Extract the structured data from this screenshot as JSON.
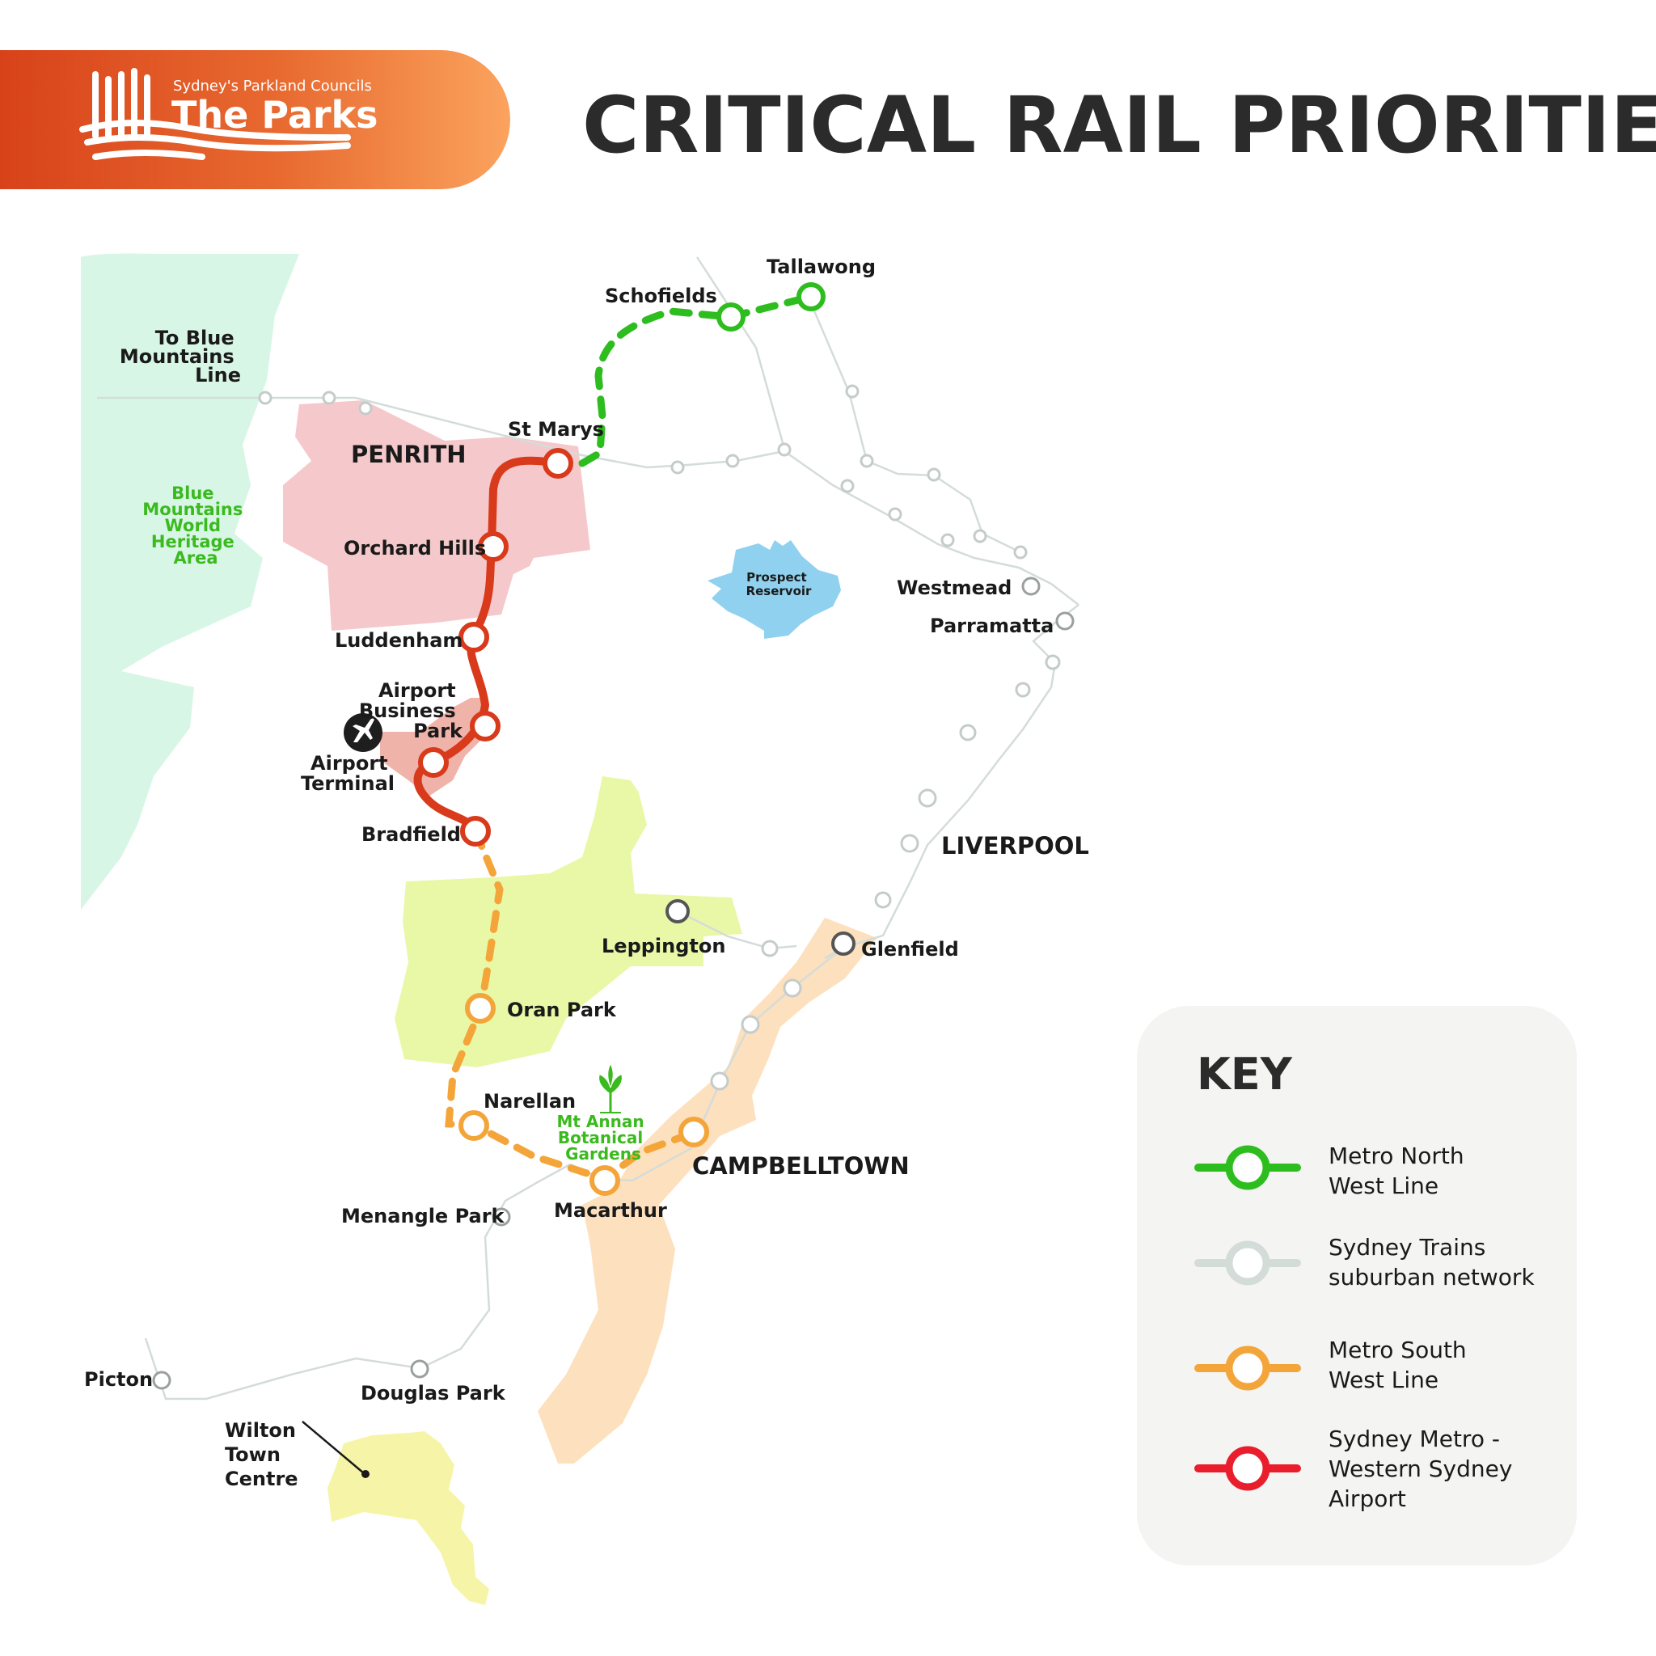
{
  "header": {
    "org_small": "Sydney's Parkland Councils",
    "org_big": "The Parks",
    "title": "CRITICAL RAIL PRIORITIES"
  },
  "colors": {
    "banner_start": "#d8421a",
    "banner_end": "#fba35e",
    "metro_north_west": "#2ebd1e",
    "suburban": "#d4dcda",
    "metro_south_west": "#f4a53a",
    "western_sydney_airport": "#ea1d2c",
    "airport_line_on_map": "#d83a1b",
    "heritage_green": "#d8f6e6",
    "penrith_pink": "#f5c9cb",
    "liverpool_yellow": "#e9f8a6",
    "campbelltown_peach": "#fde0bd",
    "wilton_yellow": "#f6f5a7",
    "reservoir_blue": "#8fd1ef",
    "green_text": "#3bba1f"
  },
  "labels": {
    "blue_mountains_line": [
      "To Blue",
      "Mountains",
      "Line"
    ],
    "heritage": [
      "Blue",
      "Mountains",
      "World",
      "Heritage",
      "Area"
    ],
    "penrith": "PENRITH",
    "liverpool": "LIVERPOOL",
    "campbelltown": "CAMPBELLTOWN",
    "reservoir": [
      "Prospect",
      "Reservoir"
    ],
    "botanic": [
      "Mt Annan",
      "Botanical",
      "Gardens"
    ],
    "wilton": [
      "Wilton",
      "Town",
      "Centre"
    ]
  },
  "stations": {
    "tallawong": "Tallawong",
    "schofields": "Schofields",
    "st_marys": "St Marys",
    "orchard_hills": "Orchard Hills",
    "luddenham": "Luddenham",
    "airport_business_park": [
      "Airport",
      "Business",
      "Park"
    ],
    "airport_terminal": [
      "Airport",
      "Terminal"
    ],
    "bradfield": "Bradfield",
    "westmead": "Westmead",
    "parramatta": "Parramatta",
    "leppington": "Leppington",
    "glenfield": "Glenfield",
    "oran_park": "Oran Park",
    "narellan": "Narellan",
    "macarthur": "Macarthur",
    "menangle_park": "Menangle Park",
    "picton": "Picton",
    "douglas_park": "Douglas Park"
  },
  "key": {
    "title": "KEY",
    "items": [
      {
        "lines": [
          "Metro North",
          "West Line"
        ],
        "color": "#2ebd1e"
      },
      {
        "lines": [
          "Sydney Trains",
          "suburban network"
        ],
        "color": "#d4dcda"
      },
      {
        "lines": [
          "Metro South",
          "West Line"
        ],
        "color": "#f4a53a"
      },
      {
        "lines": [
          "Sydney Metro -",
          "Western Sydney",
          "Airport"
        ],
        "color": "#ea1d2c"
      }
    ]
  }
}
